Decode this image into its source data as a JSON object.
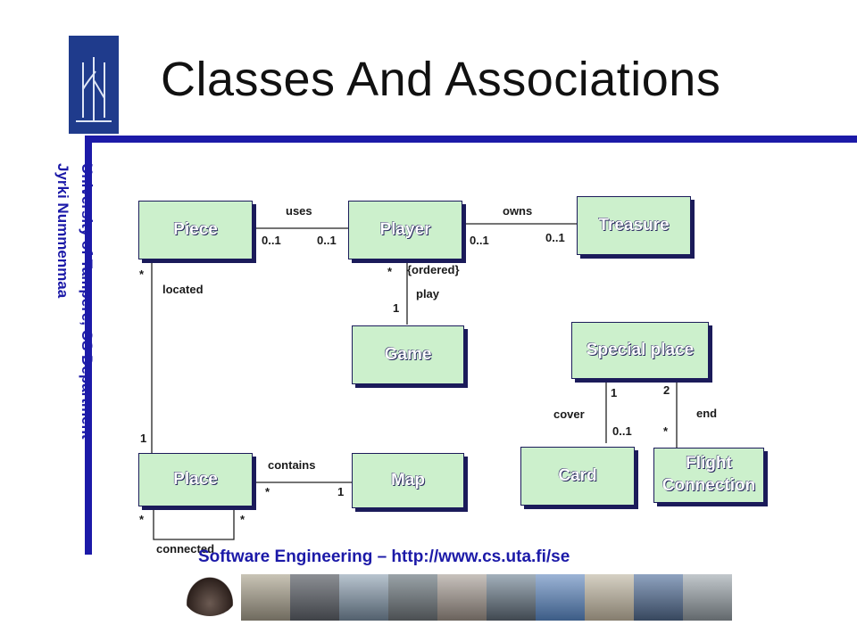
{
  "title": "Classes And Associations",
  "side_text": {
    "university": "University of Tampere, CS Department",
    "author": "Jyrki Nummenmaa"
  },
  "footer": "Software Engineering –  http://www.cs.uta.fi/se",
  "classes": {
    "piece": "Piece",
    "player": "Player",
    "treasure": "Treasure",
    "game": "Game",
    "special_place": "Special place",
    "place": "Place",
    "map": "Map",
    "card": "Card",
    "flight_connection": "Flight Connection"
  },
  "associations": {
    "uses": {
      "name": "uses",
      "piece_end": "0..1",
      "player_end": "0..1"
    },
    "owns": {
      "name": "owns",
      "player_end": "0..1",
      "treasure_end": "0..1"
    },
    "play": {
      "name": "play",
      "player_end": "*",
      "constraint": "{ordered}",
      "game_end": "1"
    },
    "located": {
      "name": "located",
      "piece_end": "*",
      "place_end": "1"
    },
    "contains": {
      "name": "contains",
      "place_end": "*",
      "map_end": "1"
    },
    "connected": {
      "name": "connected",
      "end_a": "*",
      "end_b": "*"
    },
    "cover": {
      "name": "cover",
      "special_end": "1",
      "card_end": "0..1"
    },
    "end": {
      "name": "end",
      "special_end": "2",
      "flight_end": "*"
    }
  },
  "colors": {
    "class_fill": "#ccf0cc",
    "accent_blue": "#1c1aa8",
    "border": "#1b1b5a"
  },
  "icons": {
    "logo": "university-pillar-logo",
    "hat": "hat-icon",
    "strip": "photo-strip"
  }
}
